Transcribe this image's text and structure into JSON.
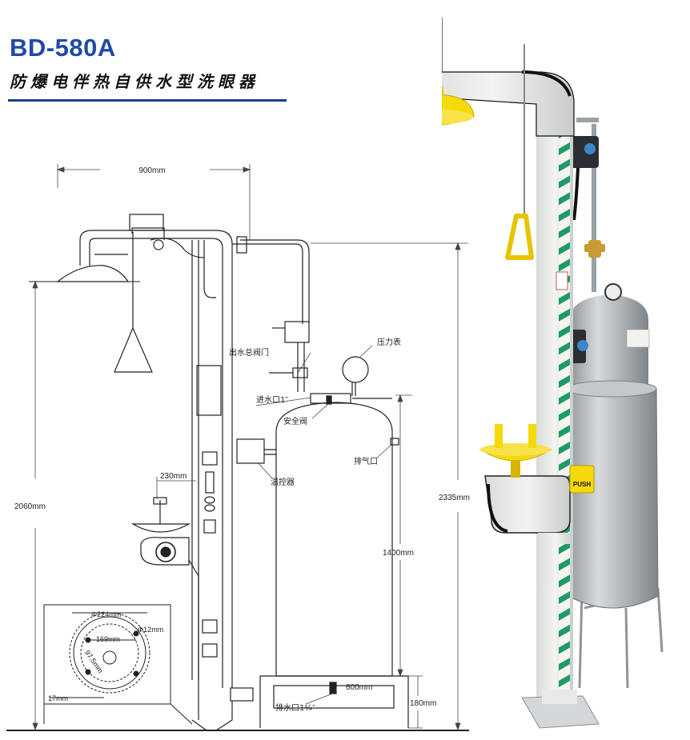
{
  "header": {
    "model": "BD-580A",
    "subtitle": "防爆电伴热自供水型洗眼器"
  },
  "dimensions": {
    "width_top": "900mm",
    "height_total": "2060mm",
    "height_tank_side": "2335mm",
    "height_tank": "1400mm",
    "bowl_offset": "230mm",
    "base_width": "600mm",
    "base_height": "180mm",
    "plate_dia": "Φ224mm",
    "hole_dia": "Φ12mm",
    "bolt_circle": "169mm",
    "bolt_spacing": "97.5mm",
    "edge_offset": "17mm"
  },
  "labels": {
    "pressure_gauge": "压力表",
    "main_outlet_valve": "出水总阀门",
    "inlet": "进水口1″",
    "safety_valve": "安全阀",
    "vent": "排气口",
    "thermostat": "温控器",
    "drain": "排水口1¼″"
  },
  "photo": {
    "push_label": "PUSH"
  },
  "colors": {
    "title_blue": "#1f4aa8",
    "rule_navy": "#1f3f8a",
    "yellow": "#f5d90a",
    "green_stripe": "#1e9a66",
    "steel": "#b7bcc0"
  }
}
